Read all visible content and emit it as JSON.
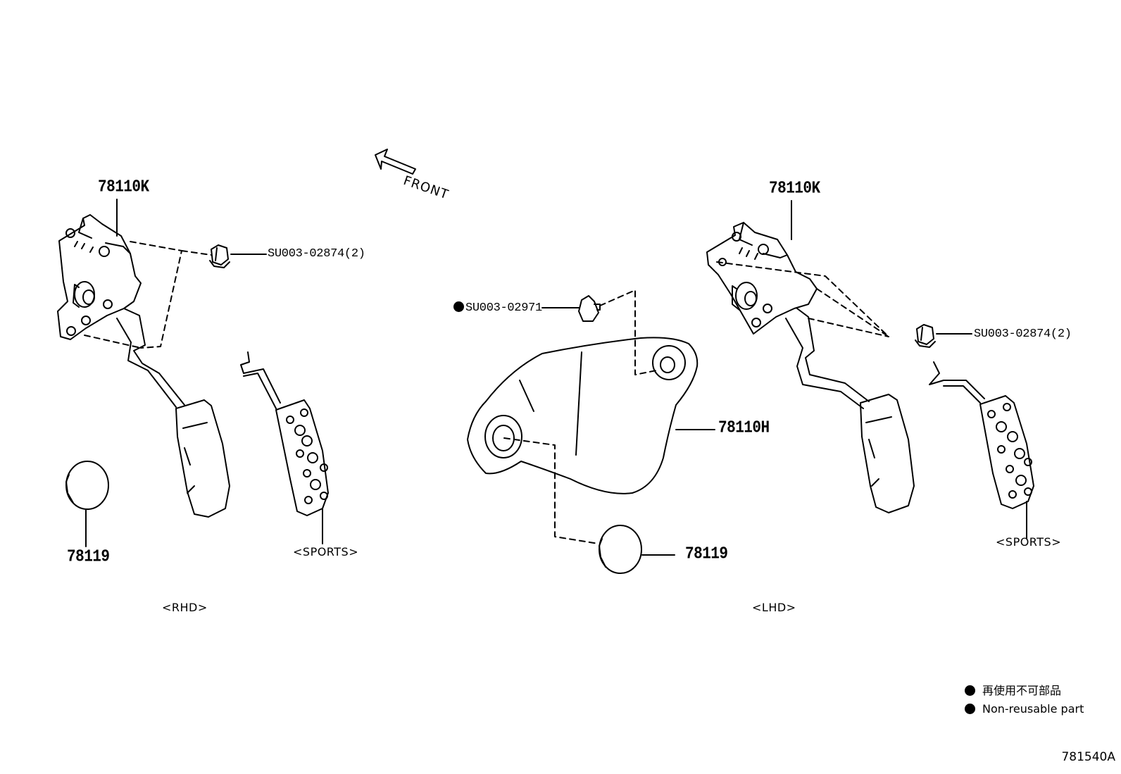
{
  "labels": {
    "rhd_assembly": "78110K",
    "rhd_nut": "SU003-02874(2)",
    "rhd_stopper": "78119",
    "rhd_sports": "<SPORTS>",
    "rhd_variant": "<RHD>",
    "lhd_assembly": "78110K",
    "lhd_nut": "SU003-02874(2)",
    "lhd_clip": "SU003-02971",
    "lhd_bracket": "78110H",
    "lhd_stopper": "78119",
    "lhd_sports": "<SPORTS>",
    "lhd_variant": "<LHD>",
    "front": "FRONT"
  },
  "legend": {
    "jp": "再使用不可部品",
    "en": "Non-reusable part"
  },
  "diagram_code": "781540A",
  "icons": [
    "front-arrow-icon",
    "non-reusable-dot-icon"
  ]
}
